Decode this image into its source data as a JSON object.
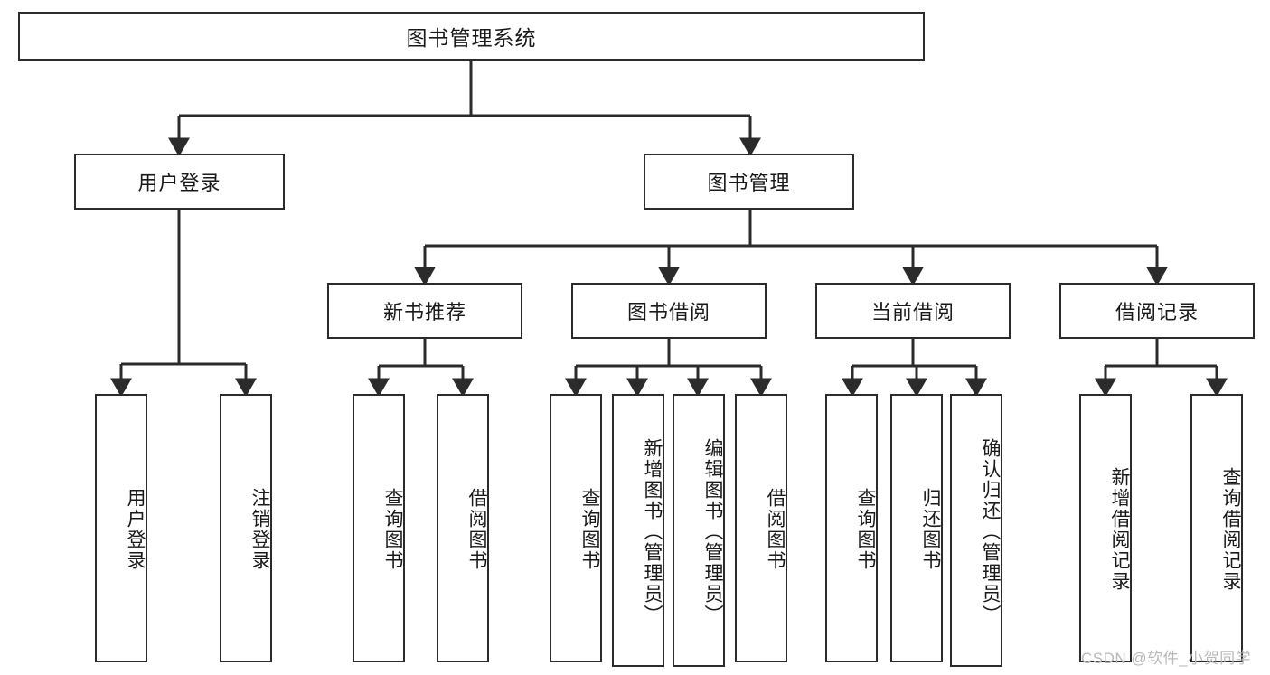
{
  "diagram": {
    "title": "图书管理系统",
    "type": "tree-hierarchy",
    "watermark": "CSDN @软件_小贺同学",
    "colors": {
      "box_border": "#2b2b2b",
      "box_fill": "#ffffff",
      "edge": "#2b2b2b",
      "text": "#1a1a1a",
      "watermark": "#b9b9b9"
    },
    "levels": {
      "root": {
        "label": "图书管理系统"
      },
      "level2": [
        {
          "label": "用户登录"
        },
        {
          "label": "图书管理"
        }
      ],
      "level3": [
        {
          "label": "新书推荐"
        },
        {
          "label": "图书借阅"
        },
        {
          "label": "当前借阅"
        },
        {
          "label": "借阅记录"
        }
      ],
      "leaves": [
        {
          "label": "用户登录",
          "parent": "用户登录"
        },
        {
          "label": "注销登录",
          "parent": "用户登录"
        },
        {
          "label": "查询图书",
          "parent": "新书推荐"
        },
        {
          "label": "借阅图书",
          "parent": "新书推荐"
        },
        {
          "label": "查询图书",
          "parent": "图书借阅"
        },
        {
          "label": "新增图书（管理员）",
          "parent": "图书借阅"
        },
        {
          "label": "编辑图书（管理员）",
          "parent": "图书借阅"
        },
        {
          "label": "借阅图书",
          "parent": "图书借阅"
        },
        {
          "label": "查询图书",
          "parent": "当前借阅"
        },
        {
          "label": "归还图书",
          "parent": "当前借阅"
        },
        {
          "label": "确认归还（管理员）",
          "parent": "当前借阅"
        },
        {
          "label": "新增借阅记录",
          "parent": "借阅记录"
        },
        {
          "label": "查询借阅记录",
          "parent": "借阅记录"
        }
      ]
    }
  }
}
